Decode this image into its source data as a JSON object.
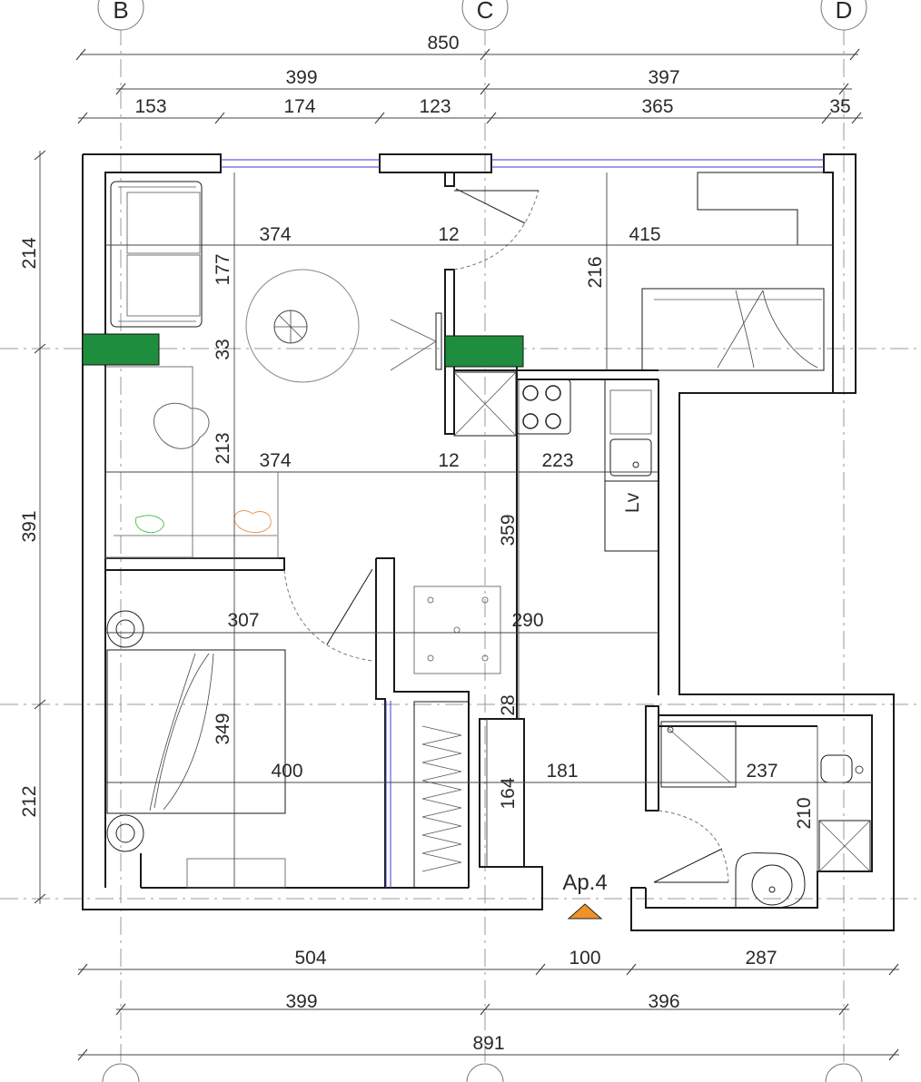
{
  "axes": {
    "b": "B",
    "c": "C",
    "d": "D"
  },
  "top_dimensions": {
    "total": "850",
    "row2": [
      "399",
      "397"
    ],
    "row3": [
      "153",
      "174",
      "123",
      "365",
      "35"
    ]
  },
  "bottom_dimensions": {
    "row1": [
      "504",
      "100",
      "287"
    ],
    "row2": [
      "399",
      "396"
    ],
    "total": "891"
  },
  "left_dimensions": [
    "214",
    "391",
    "212"
  ],
  "interior_dimensions": {
    "living_width": "374",
    "wall_thickness_top": "12",
    "bedroom2_width": "415",
    "living_height_upper": "177",
    "gap_height": "33",
    "bedroom2_height": "216",
    "living_height_lower": "213",
    "living_width_2": "374",
    "wall_thickness_mid": "12",
    "kitchen_width": "223",
    "kitchen_height": "359",
    "bedroom_width": "307",
    "hall_width": "290",
    "hall_depth": "28",
    "bedroom_height": "349",
    "bedroom_length": "400",
    "closet_depth": "164",
    "hall_lower_width": "181",
    "bath_width": "237",
    "bath_height": "210"
  },
  "labels": {
    "washer": "Lv",
    "apartment": "Ap.4"
  },
  "colors": {
    "column": "#1e8e3e",
    "glass": "#3b3bd6",
    "marker": "#f0922a"
  }
}
